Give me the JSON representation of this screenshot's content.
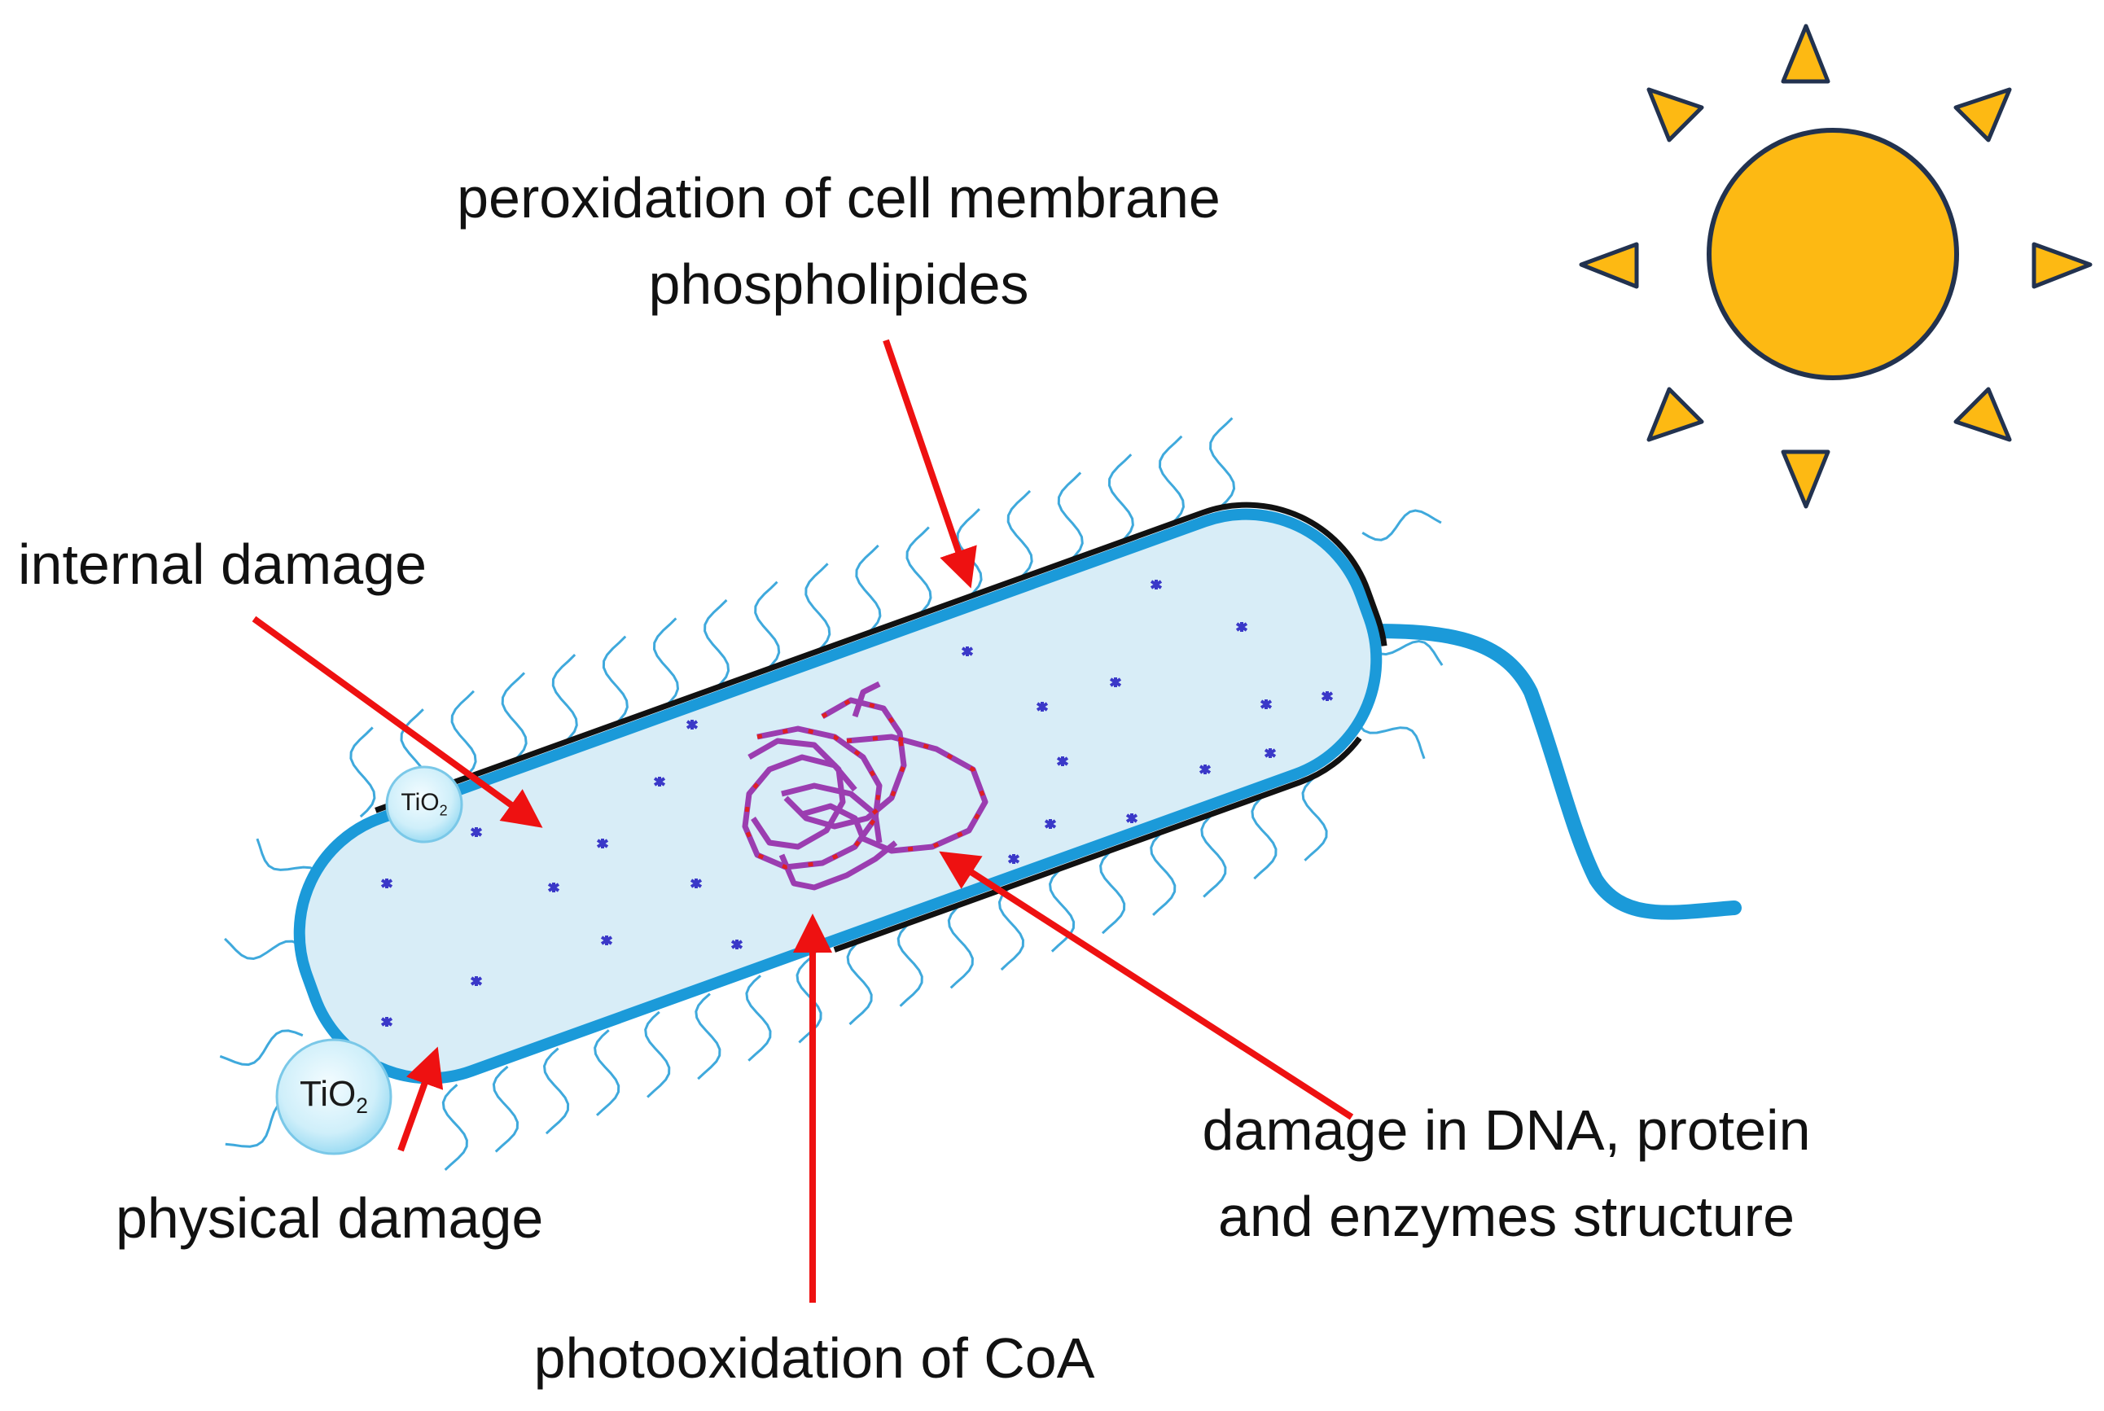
{
  "labels": {
    "membrane_line1": "peroxidation of cell membrane",
    "membrane_line2": "phospholipides",
    "internal": "internal damage",
    "physical": "physical damage",
    "dna_line1": "damage in DNA, protein",
    "dna_line2": "and enzymes structure",
    "coa": "photooxidation of CoA"
  },
  "particles": [
    {
      "base": "TiO",
      "sub": "2"
    },
    {
      "base": "TiO",
      "sub": "2"
    }
  ],
  "icons": {
    "sun": "sun-icon",
    "bacterium": "bacterium-cell",
    "flagellum": "flagellum",
    "dna": "dna-tangle",
    "arrow": "red-arrow"
  },
  "colors": {
    "sun_fill": "#FDB913",
    "sun_outline": "#22324F",
    "cell_fill": "#D8EDF7",
    "membrane_blue": "#1B9AD9",
    "cell_outline": "#111111",
    "pili": "#3FA9DC",
    "dna_purple": "#9B3DB0",
    "dna_red": "#E02020",
    "granules": "#3A38C8",
    "arrow_red": "#EE1111",
    "particle_fill": "#CFEFFA",
    "particle_stroke": "#7AC8E8"
  }
}
